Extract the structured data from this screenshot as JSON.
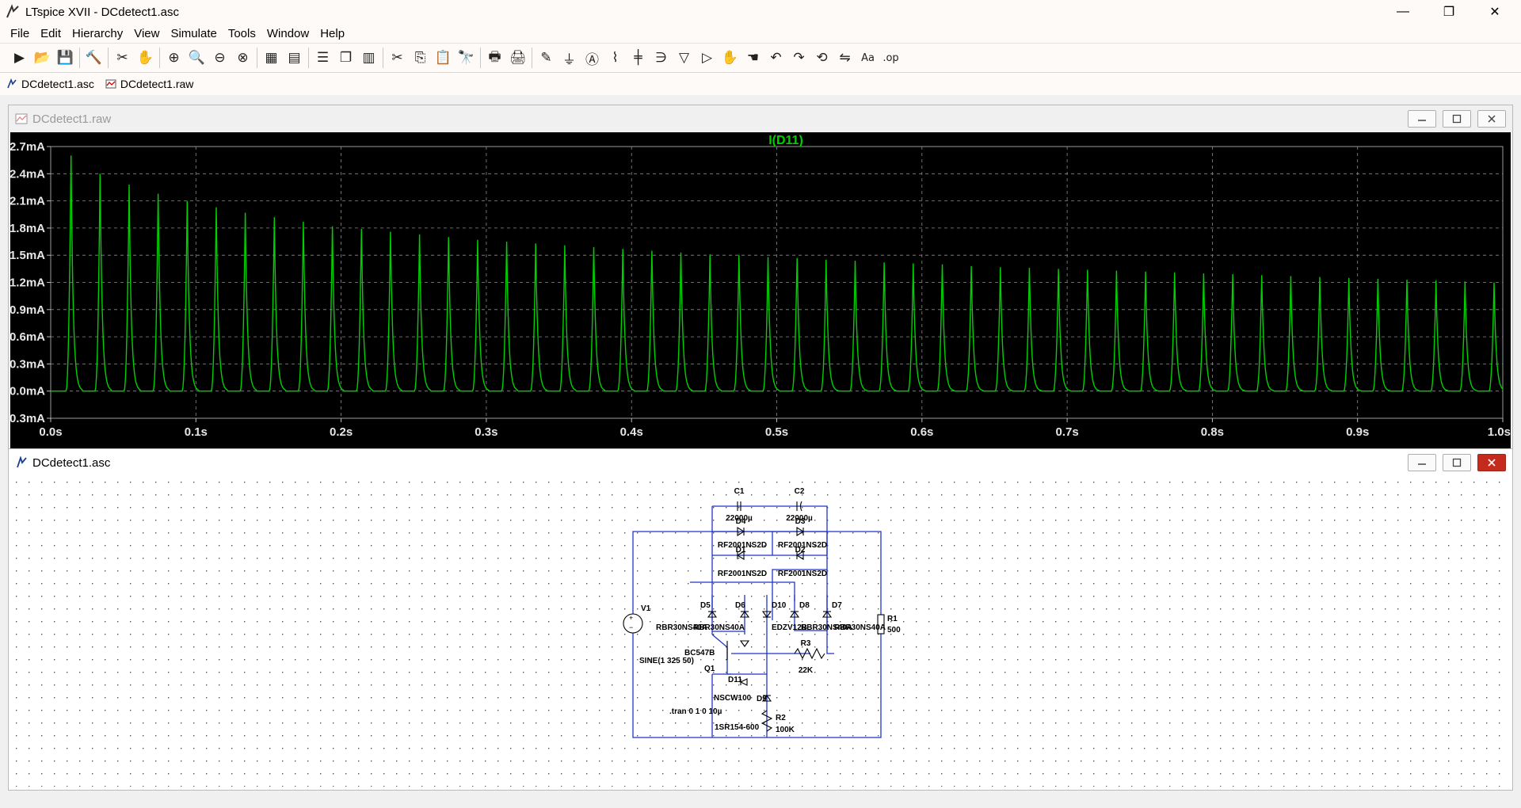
{
  "window": {
    "title": "LTspice XVII - DCdetect1.asc",
    "minimize": "—",
    "restore": "❐",
    "close": "✕"
  },
  "menu": [
    {
      "label": "File",
      "name": "menu-file"
    },
    {
      "label": "Edit",
      "name": "menu-edit"
    },
    {
      "label": "Hierarchy",
      "name": "menu-hierarchy"
    },
    {
      "label": "View",
      "name": "menu-view"
    },
    {
      "label": "Simulate",
      "name": "menu-simulate"
    },
    {
      "label": "Tools",
      "name": "menu-tools"
    },
    {
      "label": "Window",
      "name": "menu-window"
    },
    {
      "label": "Help",
      "name": "menu-help"
    }
  ],
  "toolbar": [
    "run-icon",
    "open-icon",
    "save-icon",
    "sep",
    "control-panel-icon",
    "sep",
    "probe-icon",
    "pan-hand-icon",
    "sep",
    "zoom-in-icon",
    "zoom-area-icon",
    "zoom-out-icon",
    "zoom-fit-icon",
    "sep",
    "autoscale-icon",
    "grid-icon",
    "sep",
    "tile-horizontal-icon",
    "cascade-icon",
    "tile-vertical-icon",
    "sep",
    "cut-icon",
    "copy-icon",
    "paste-icon",
    "find-icon",
    "sep",
    "print-setup-icon",
    "print-icon",
    "sep",
    "draw-wire-icon",
    "ground-icon",
    "label-net-icon",
    "resistor-icon",
    "capacitor-icon",
    "inductor-icon",
    "diode-icon",
    "component-icon",
    "move-icon",
    "drag-icon",
    "undo-icon",
    "redo-icon",
    "rotate-icon",
    "mirror-icon",
    "text-icon",
    "spice-directive-icon"
  ],
  "tabs": [
    {
      "label": "DCdetect1.asc",
      "name": "tab-schematic"
    },
    {
      "label": "DCdetect1.raw",
      "name": "tab-waveform"
    }
  ],
  "plot_window": {
    "title": "DCdetect1.raw",
    "trace_label": "I(D11)",
    "trace_color": "#00d000"
  },
  "schematic_window": {
    "title": "DCdetect1.asc"
  },
  "chart_data": {
    "type": "line",
    "title": "",
    "series": [
      {
        "name": "I(D11)",
        "color": "#00d000"
      }
    ],
    "xlabel": "",
    "ylabel": "",
    "xlim": [
      0.0,
      1.0
    ],
    "ylim": [
      -0.3,
      2.7
    ],
    "x_ticks": [
      "0.0s",
      "0.1s",
      "0.2s",
      "0.3s",
      "0.4s",
      "0.5s",
      "0.6s",
      "0.7s",
      "0.8s",
      "0.9s",
      "1.0s"
    ],
    "y_ticks": [
      "2.7mA",
      "2.4mA",
      "2.1mA",
      "1.8mA",
      "1.5mA",
      "1.2mA",
      "0.9mA",
      "0.6mA",
      "0.3mA",
      "0.0mA",
      "-0.3mA"
    ],
    "pulse_period": 0.02,
    "pulse_times": [
      0.014,
      0.034,
      0.054,
      0.074,
      0.094,
      0.114,
      0.134,
      0.154,
      0.174,
      0.194,
      0.214,
      0.234,
      0.254,
      0.274,
      0.294,
      0.314,
      0.334,
      0.354,
      0.374,
      0.394,
      0.414,
      0.434,
      0.454,
      0.474,
      0.494,
      0.514,
      0.534,
      0.554,
      0.574,
      0.594,
      0.614,
      0.634,
      0.654,
      0.674,
      0.694,
      0.714,
      0.734,
      0.754,
      0.774,
      0.794,
      0.814,
      0.834,
      0.854,
      0.874,
      0.894,
      0.914,
      0.934,
      0.954,
      0.974,
      0.994
    ],
    "pulse_peaks": [
      2.6,
      2.4,
      2.28,
      2.18,
      2.1,
      2.03,
      1.97,
      1.92,
      1.87,
      1.82,
      1.79,
      1.76,
      1.73,
      1.7,
      1.67,
      1.65,
      1.63,
      1.61,
      1.59,
      1.57,
      1.55,
      1.53,
      1.51,
      1.5,
      1.48,
      1.47,
      1.45,
      1.44,
      1.42,
      1.41,
      1.4,
      1.38,
      1.37,
      1.36,
      1.35,
      1.34,
      1.33,
      1.32,
      1.31,
      1.3,
      1.29,
      1.28,
      1.27,
      1.26,
      1.25,
      1.24,
      1.23,
      1.22,
      1.21,
      1.2
    ],
    "baseline": 0.0
  },
  "schematic": {
    "components": [
      {
        "ref": "C1",
        "value": "22000µ"
      },
      {
        "ref": "C2",
        "value": "22000µ"
      },
      {
        "ref": "D4",
        "value": "RF2001NS2D"
      },
      {
        "ref": "D3",
        "value": "RF2001NS2D"
      },
      {
        "ref": "D1",
        "value": "RF2001NS2D"
      },
      {
        "ref": "D2",
        "value": "RF2001NS2D"
      },
      {
        "ref": "V1",
        "value": "SINE(1 325 50)"
      },
      {
        "ref": "D5",
        "value": "RBR30NS40A"
      },
      {
        "ref": "D6",
        "value": "RBR30NS40A"
      },
      {
        "ref": "D10",
        "value": "EDZV12B"
      },
      {
        "ref": "D8",
        "value": "RBR30NS40A"
      },
      {
        "ref": "D7",
        "value": "RBR30NS40A"
      },
      {
        "ref": "R1",
        "value": "500"
      },
      {
        "ref": "Q1",
        "value": "BC547B"
      },
      {
        "ref": "R3",
        "value": "22K"
      },
      {
        "ref": "D11",
        "value": "NSCW100"
      },
      {
        "ref": "D9",
        "value": "1SR154-600"
      },
      {
        "ref": "R2",
        "value": "100K"
      }
    ],
    "directive": ".tran 0 1 0 10µ"
  }
}
